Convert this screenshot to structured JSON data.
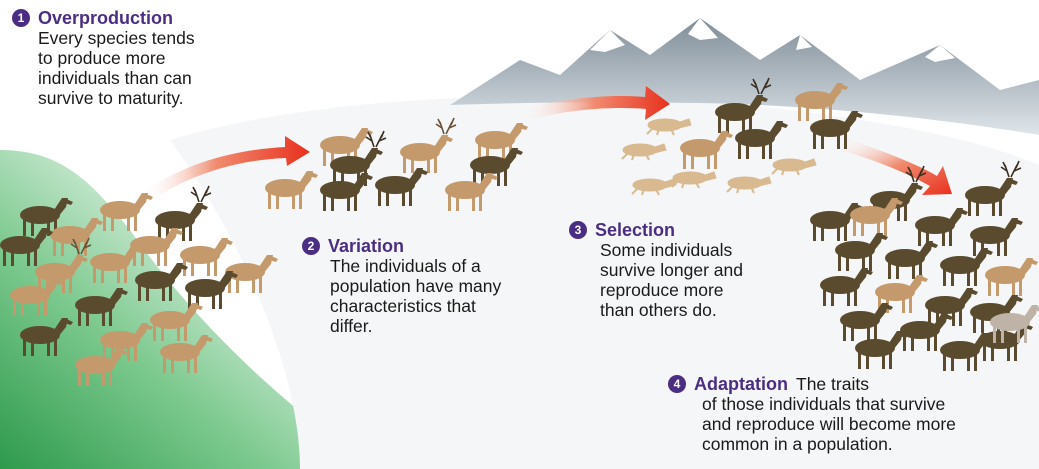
{
  "steps": [
    {
      "number": "1",
      "title": "Overproduction",
      "text": "Every species tends\nto produce more\nindividuals than can\nsurvive to maturity."
    },
    {
      "number": "2",
      "title": "Variation",
      "text": "The individuals of a\npopulation have many\ncharacteristics that\ndiffer."
    },
    {
      "number": "3",
      "title": "Selection",
      "text": "Some individuals\nsurvive longer and\nreproduce more\nthan others do."
    },
    {
      "number": "4",
      "title": "Adaptation",
      "text_inline": "The traits",
      "text": "of those individuals that survive\nand reproduce will become more\ncommon in a population."
    }
  ],
  "colors": {
    "number_badge": "#4b2e83",
    "title": "#4b2e83",
    "arrow": "#e8301d",
    "slope": "#3aa85a",
    "mountains": "#8c9aa6",
    "elk_tan": "#c49a6c",
    "elk_brown": "#5a4a2e"
  },
  "icons": [
    "elk-icon",
    "mountain-icon",
    "arrow-icon"
  ]
}
